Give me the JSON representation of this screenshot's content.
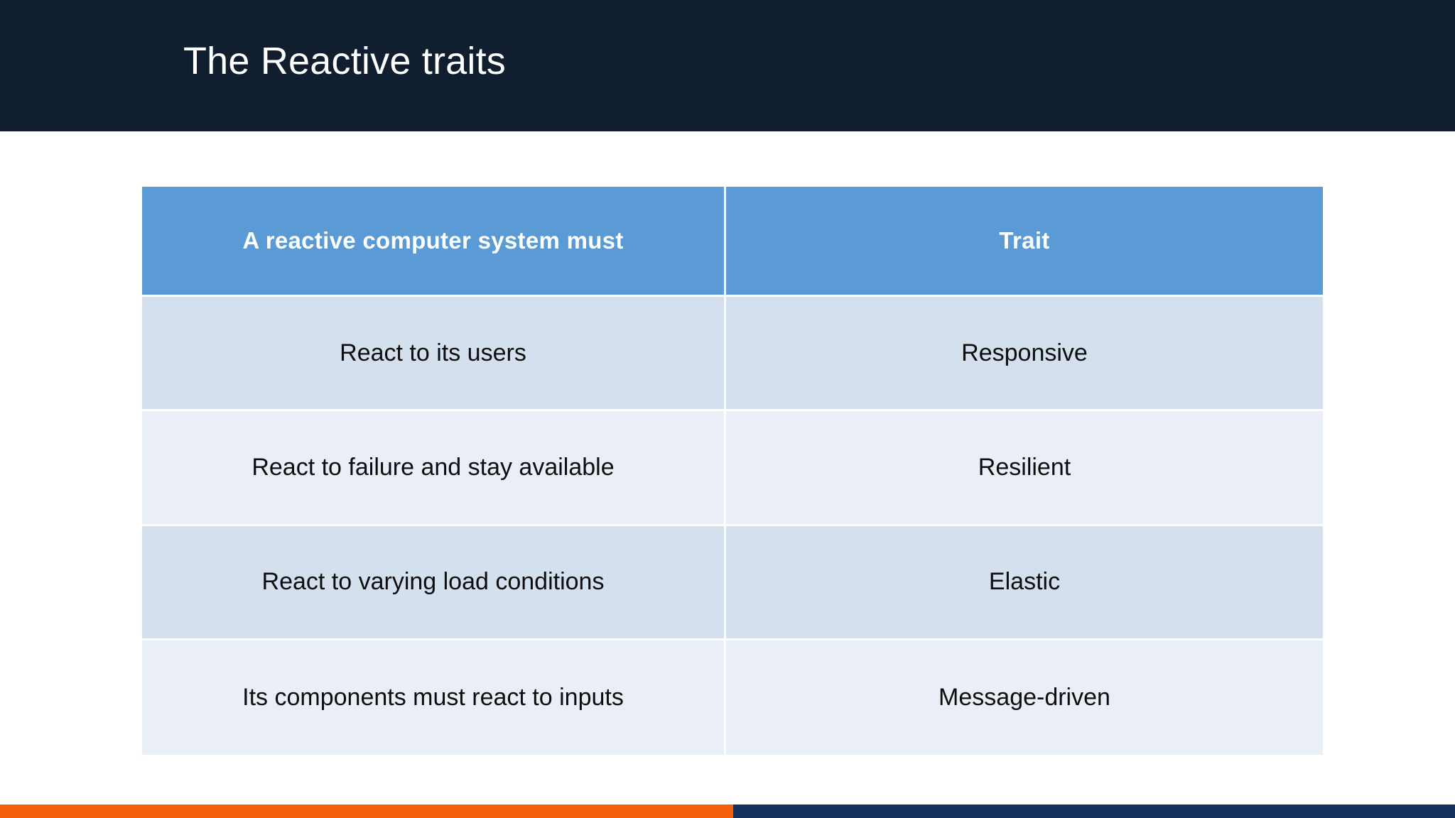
{
  "slide": {
    "title": "The Reactive traits",
    "header_background": "#101e30",
    "title_color": "#ffffff",
    "background": "#ffffff"
  },
  "table": {
    "headers": [
      {
        "label": "A reactive computer system must",
        "name": "statement"
      },
      {
        "label": "Trait",
        "name": "trait"
      }
    ],
    "header_background": "#5b9bd5",
    "header_text_color": "#ffffff",
    "row_color_odd": "#d4e0ed",
    "row_color_even": "#e9eef7",
    "rows": [
      {
        "statement": "React to its users",
        "trait": "Responsive"
      },
      {
        "statement": "React to failure and stay available",
        "trait": "Resilient"
      },
      {
        "statement": "React to varying load conditions",
        "trait": "Elastic"
      },
      {
        "statement": "Its components must react to inputs",
        "trait": "Message-driven"
      }
    ]
  },
  "footer": {
    "accent_orange": "#f4610a",
    "accent_navy": "#12325c"
  }
}
